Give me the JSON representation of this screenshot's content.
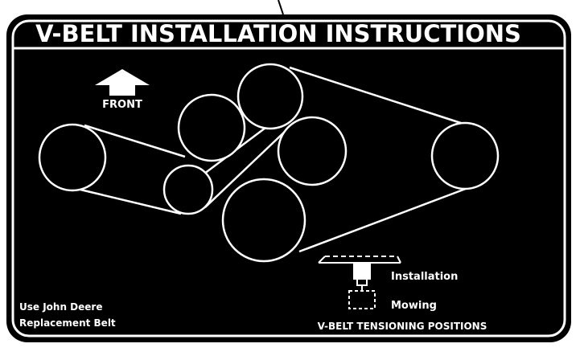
{
  "decal": {
    "title": "V-BELT INSTALLATION INSTRUCTIONS",
    "front_label": "FRONT",
    "legend": {
      "installation": "Installation",
      "mowing": "Mowing"
    },
    "tensioning_caption": "V-BELT TENSIONING POSITIONS",
    "belt_note_line1": "Use John Deere",
    "belt_note_line2": "Replacement Belt"
  },
  "colors": {
    "panel": "#000000",
    "ink": "#ffffff",
    "background": "#ffffff"
  }
}
